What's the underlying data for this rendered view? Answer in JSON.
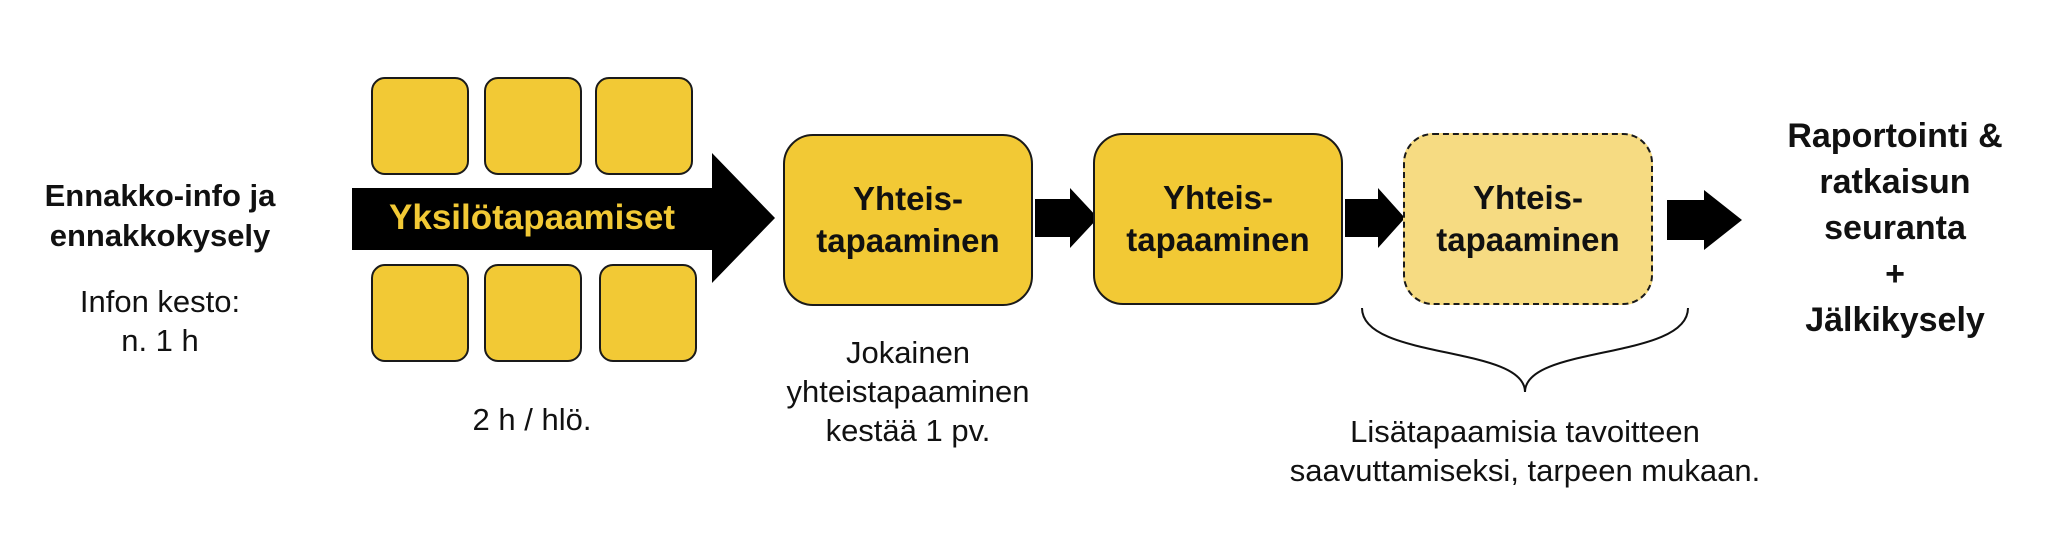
{
  "colors": {
    "box_fill": "#f2c935",
    "box_optional_fill": "#f6db82",
    "arrow": "#000000",
    "arrow_label": "#f2c935"
  },
  "intro": {
    "title_lines": [
      "Ennakko-info ja",
      "ennakkokysely"
    ],
    "duration_lines": [
      "Infon kesto:",
      "n. 1 h"
    ]
  },
  "individual": {
    "arrow_label": "Yksilötapaamiset",
    "duration": "2 h / hlö."
  },
  "meetings": [
    {
      "label_lines": [
        "Yhteis-",
        "tapaaminen"
      ],
      "optional": false
    },
    {
      "label_lines": [
        "Yhteis-",
        "tapaaminen"
      ],
      "optional": false
    },
    {
      "label_lines": [
        "Yhteis-",
        "tapaaminen"
      ],
      "optional": true
    }
  ],
  "meeting_caption_lines": [
    "Jokainen",
    "yhteistapaaminen",
    "kestää 1 pv."
  ],
  "extra_caption_lines": [
    "Lisätapaamisia tavoitteen",
    "saavuttamiseksi, tarpeen mukaan."
  ],
  "final_lines": [
    "Raportointi &",
    "ratkaisun",
    "seuranta",
    "+",
    "Jälkikysely"
  ]
}
